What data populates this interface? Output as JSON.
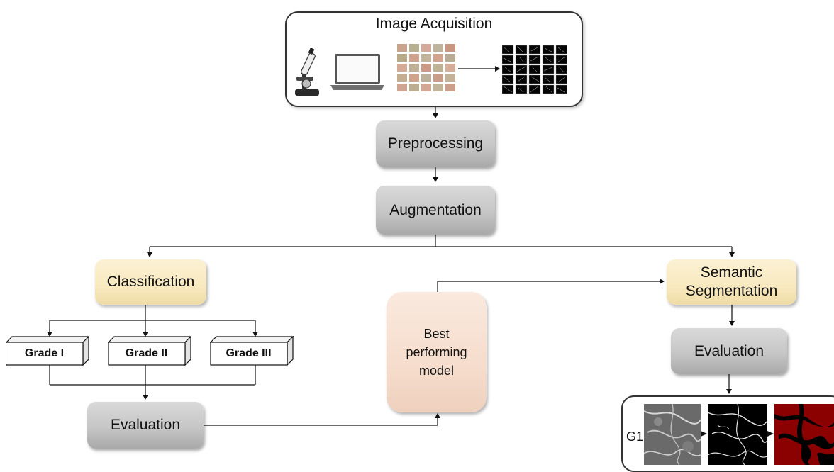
{
  "acquisition": {
    "title": "Image Acquisition",
    "icons": [
      "microscope-icon",
      "laptop-icon",
      "histology-image-grid",
      "binary-mask-grid"
    ]
  },
  "steps": {
    "preprocessing": "Preprocessing",
    "augmentation": "Augmentation",
    "classification": "Classification",
    "segmentation": [
      "Semantic",
      "Segmentation"
    ],
    "best_model": [
      "Best",
      "performing",
      "model"
    ],
    "evaluation_left": "Evaluation",
    "evaluation_right": "Evaluation"
  },
  "grades": [
    "Grade I",
    "Grade II",
    "Grade III"
  ],
  "results": {
    "label": "G1"
  },
  "colors": {
    "gray_box": "#c6c6c6",
    "yellow_box": "#f8e9bf",
    "peach_box": "#f6ddcd",
    "mask_red": "#8b0000"
  }
}
